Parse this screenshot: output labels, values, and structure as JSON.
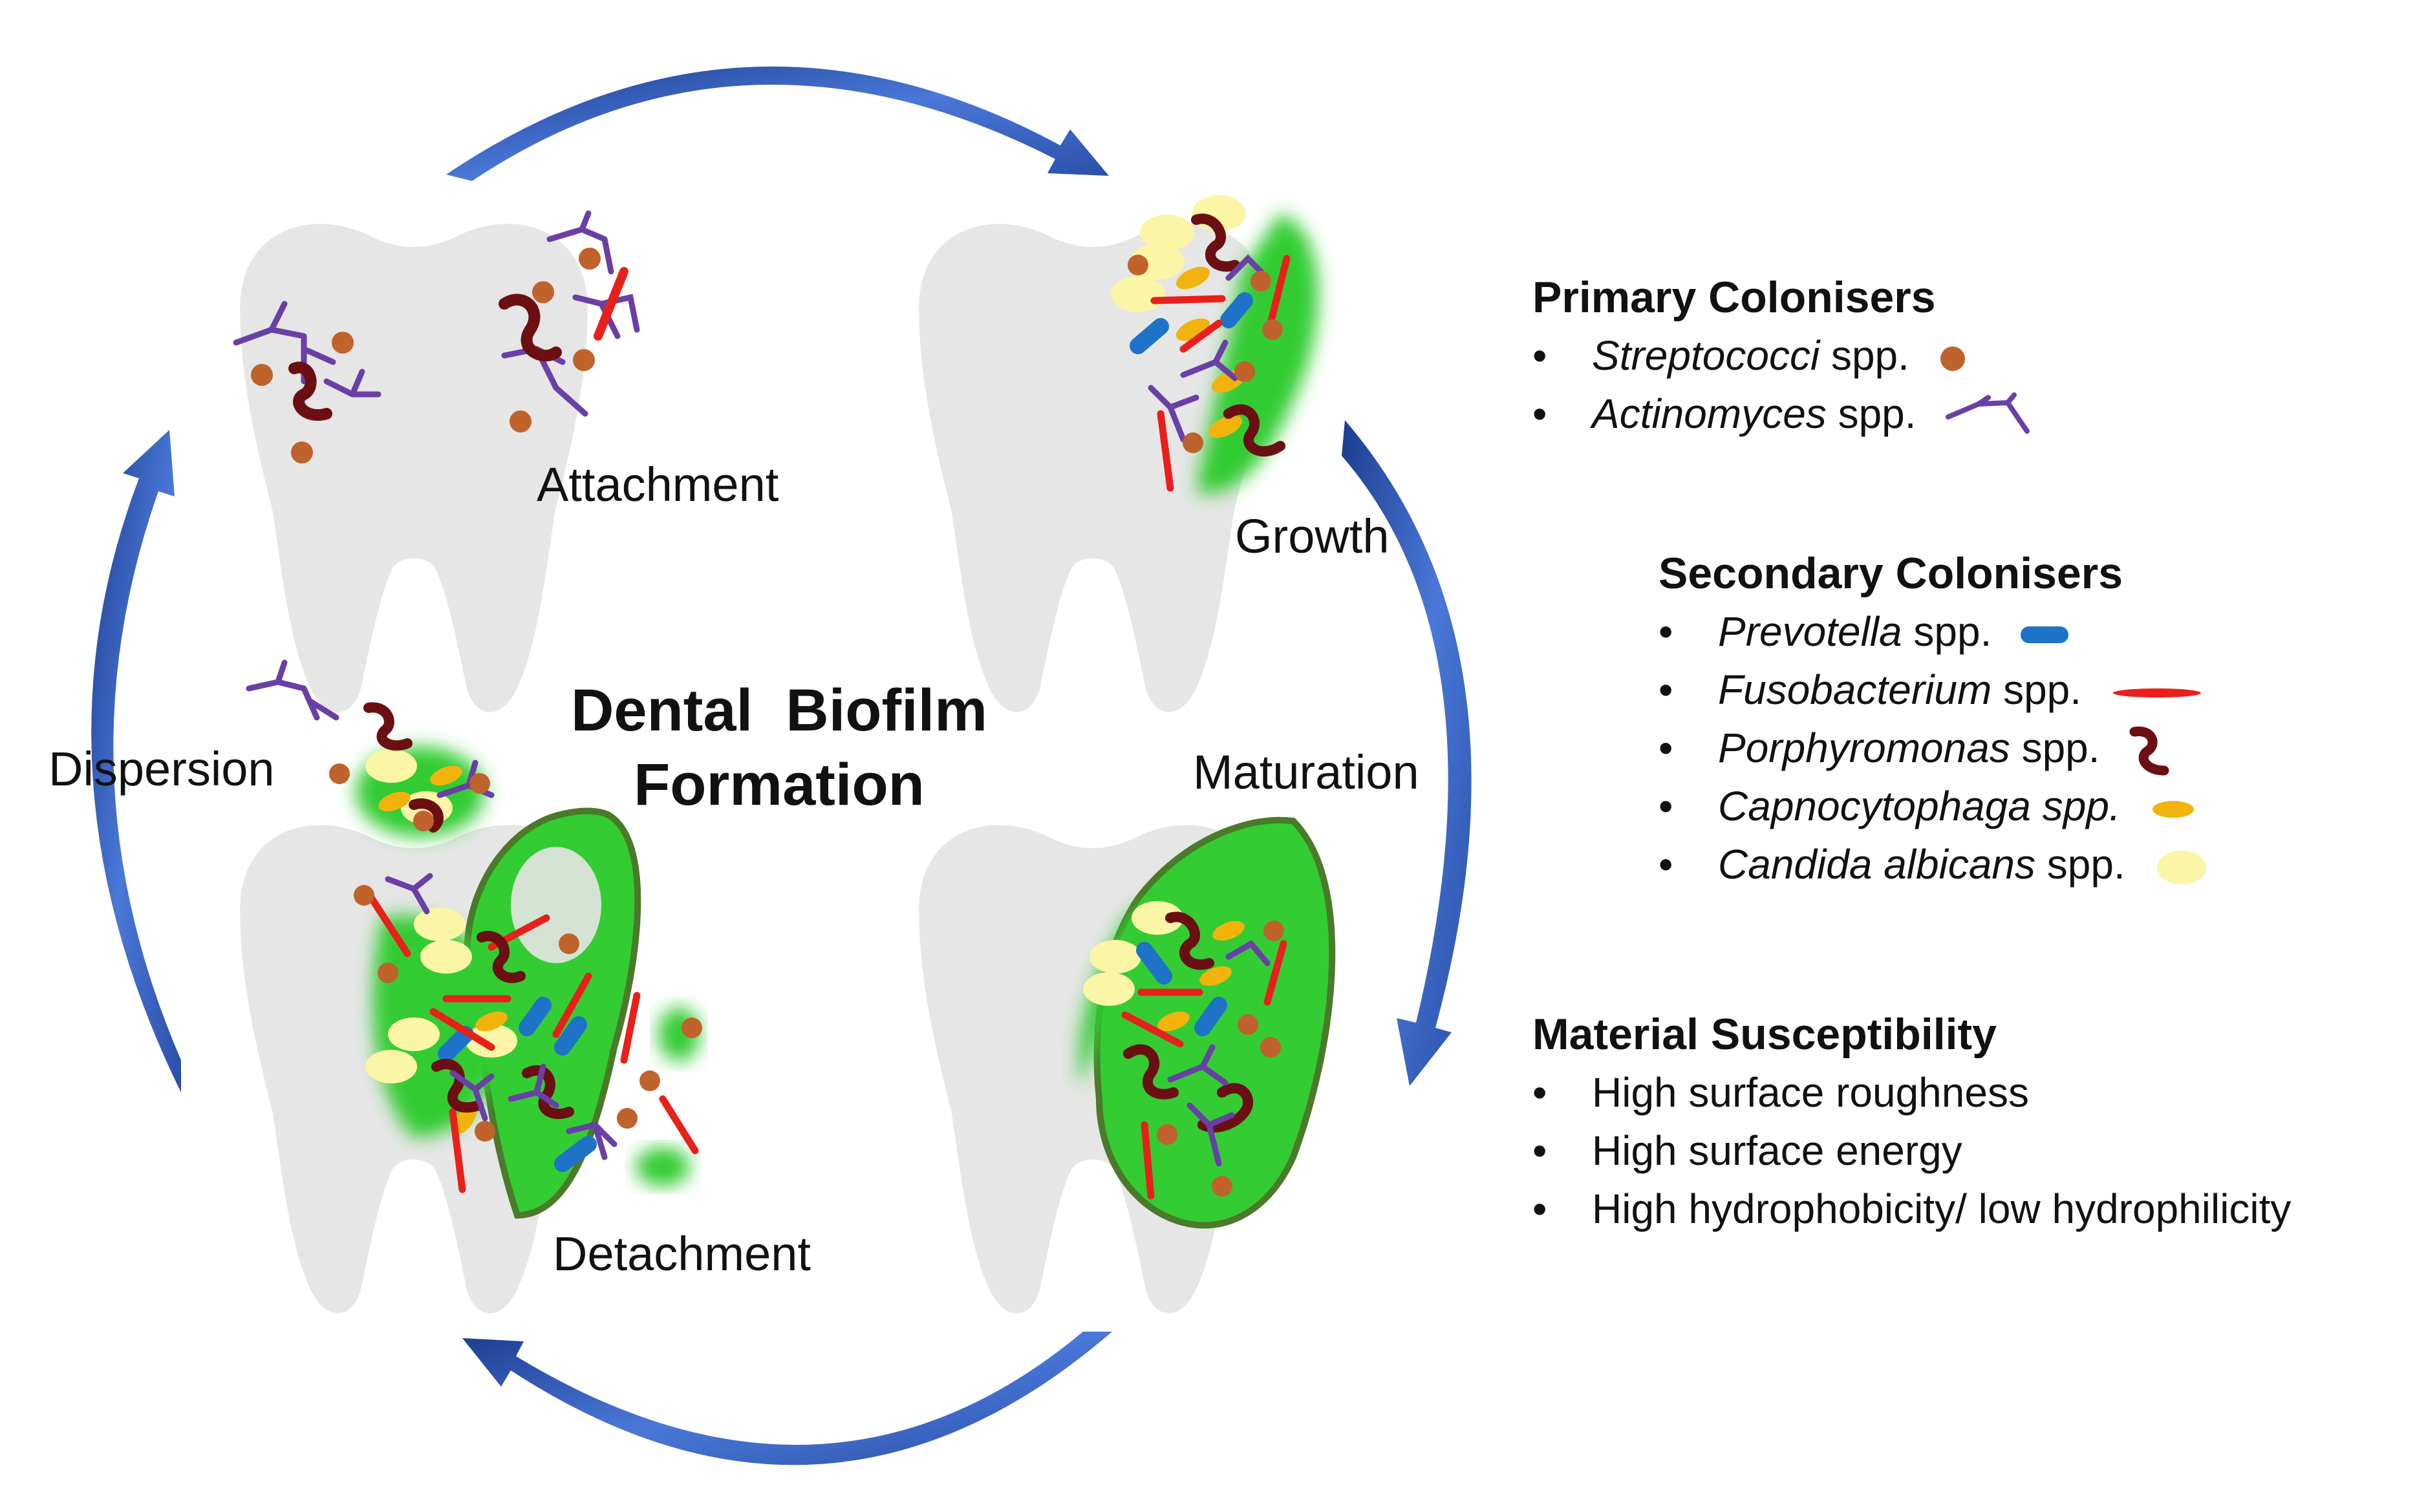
{
  "center_title": {
    "line1": "Dental  Biofilm",
    "line2": "Formation"
  },
  "stages": {
    "attachment": "Attachment",
    "growth": "Growth",
    "maturation": "Maturation",
    "detachment": "Detachment",
    "dispersion": "Dispersion"
  },
  "legend": {
    "primary": {
      "heading": "Primary Colonisers",
      "items": [
        {
          "name": "Streptococci",
          "suffix": " spp.",
          "icon": "brown-dot-icon"
        },
        {
          "name": "Actinomyces",
          "suffix": " spp.",
          "icon": "purple-branch-icon"
        }
      ]
    },
    "secondary": {
      "heading": "Secondary Colonisers",
      "items": [
        {
          "name": "Prevotella",
          "suffix": " spp.",
          "icon": "blue-rod-icon"
        },
        {
          "name": "Fusobacterium",
          "suffix": " spp.",
          "icon": "red-rod-icon"
        },
        {
          "name": "Porphyromonas",
          "suffix": " spp.",
          "icon": "dark-red-squiggle-icon"
        },
        {
          "name": "Capnocytophaga spp.",
          "suffix": "",
          "icon": "yellow-oval-icon"
        },
        {
          "name": "Candida albicans",
          "suffix": " spp.",
          "icon": "pale-yellow-ellipse-icon"
        }
      ]
    },
    "material": {
      "heading": "Material Susceptibility",
      "items": [
        "High surface roughness",
        "High surface energy",
        "High hydrophobicity/ low hydrophilicity"
      ]
    }
  },
  "colors": {
    "tooth": "#e6e6e6",
    "biofilm": "#33cc33",
    "biofilm_edge": "#4a7a2a",
    "arrow": "#3a62c4",
    "streptococci": "#c0622b",
    "actinomyces": "#6a3fa6",
    "prevotella": "#1e73c8",
    "fusobacterium": "#e8201c",
    "porphyromonas": "#6b0f12",
    "capnocytophaga": "#f2b30c",
    "candida": "#fbf5a6"
  }
}
